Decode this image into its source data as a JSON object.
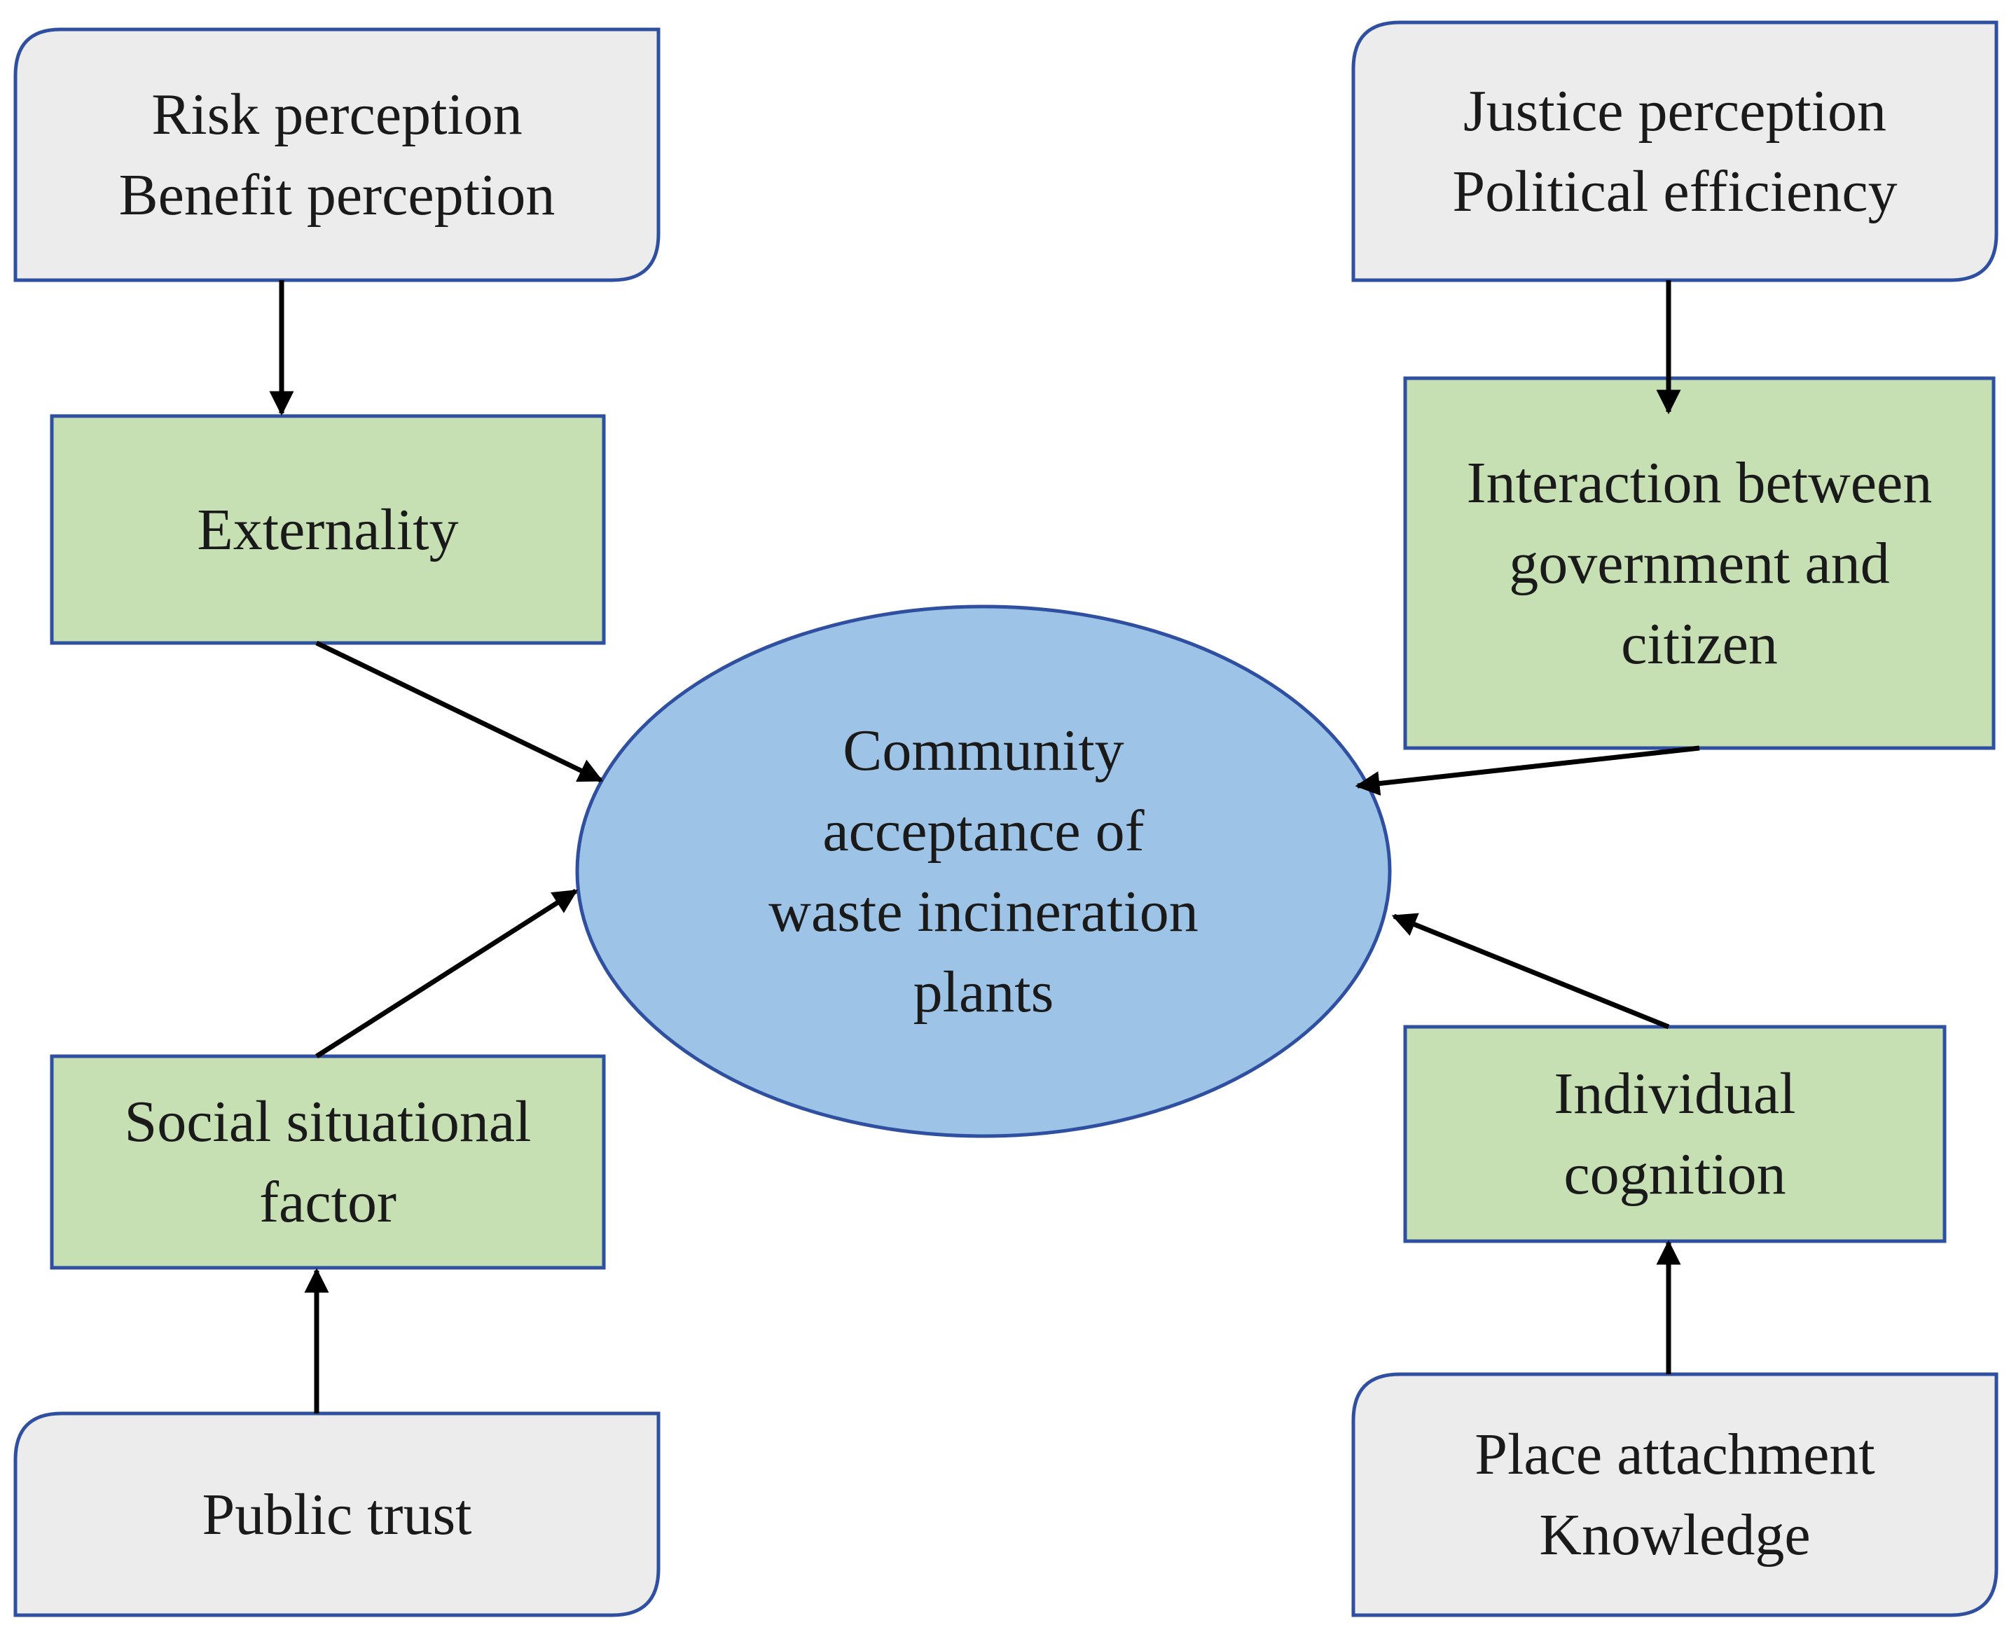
{
  "colors": {
    "gray_box_fill": "#ececec",
    "green_box_fill": "#c6e0b4",
    "ellipse_fill": "#9dc3e6",
    "border": "#2f4fa0",
    "arrow": "#000000"
  },
  "nodes": {
    "risk_benefit": {
      "lines": [
        "Risk perception",
        "Benefit perception"
      ]
    },
    "justice_political": {
      "lines": [
        "Justice perception",
        "Political efficiency"
      ]
    },
    "externality": {
      "lines": [
        "Externality"
      ]
    },
    "interaction": {
      "lines": [
        "Interaction between",
        "government and",
        "citizen"
      ]
    },
    "center": {
      "lines": [
        "Community",
        "acceptance of",
        "waste incineration",
        "plants"
      ]
    },
    "social": {
      "lines": [
        "Social situational",
        "factor"
      ]
    },
    "individual": {
      "lines": [
        "Individual",
        "cognition"
      ]
    },
    "public_trust": {
      "lines": [
        "Public trust"
      ]
    },
    "place_knowledge": {
      "lines": [
        "Place attachment",
        "Knowledge"
      ]
    }
  }
}
